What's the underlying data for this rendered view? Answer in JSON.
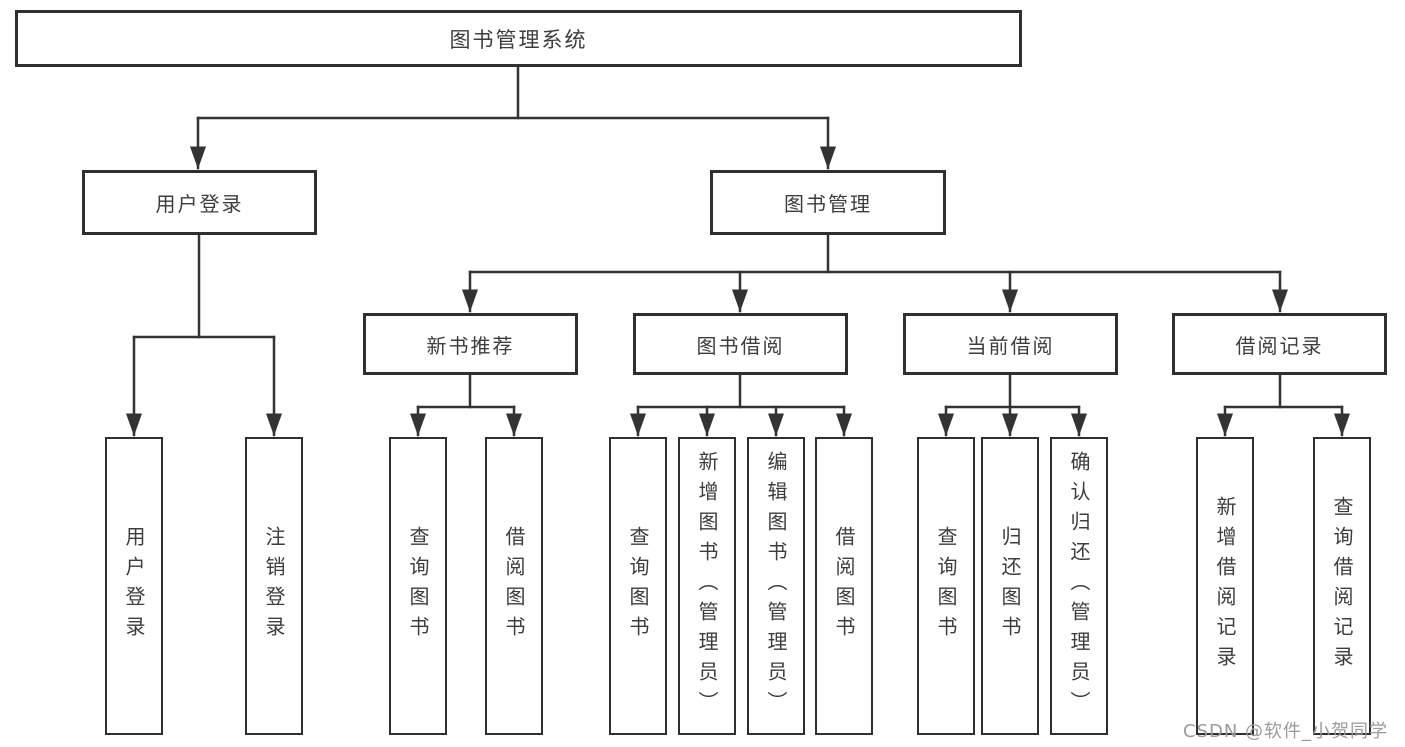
{
  "diagram": {
    "root_label": "图书管理系统",
    "branches": [
      {
        "label": "用户登录",
        "leaves": [
          "用户登录",
          "注销登录"
        ]
      },
      {
        "label": "图书管理",
        "groups": [
          {
            "label": "新书推荐",
            "leaves": [
              "查询图书",
              "借阅图书"
            ]
          },
          {
            "label": "图书借阅",
            "leaves": [
              "查询图书",
              "新增图书（管理员）",
              "编辑图书（管理员）",
              "借阅图书"
            ]
          },
          {
            "label": "当前借阅",
            "leaves": [
              "查询图书",
              "归还图书",
              "确认归还（管理员）"
            ]
          },
          {
            "label": "借阅记录",
            "leaves": [
              "新增借阅记录",
              "查询借阅记录"
            ]
          }
        ]
      }
    ],
    "colors": {
      "line": "#333333",
      "box_border": "#2f2f2f",
      "text": "#3d3d3d",
      "watermark": "#9b9b9b",
      "background": "#ffffff"
    }
  },
  "watermark_label": "CSDN @软件_小贺同学"
}
